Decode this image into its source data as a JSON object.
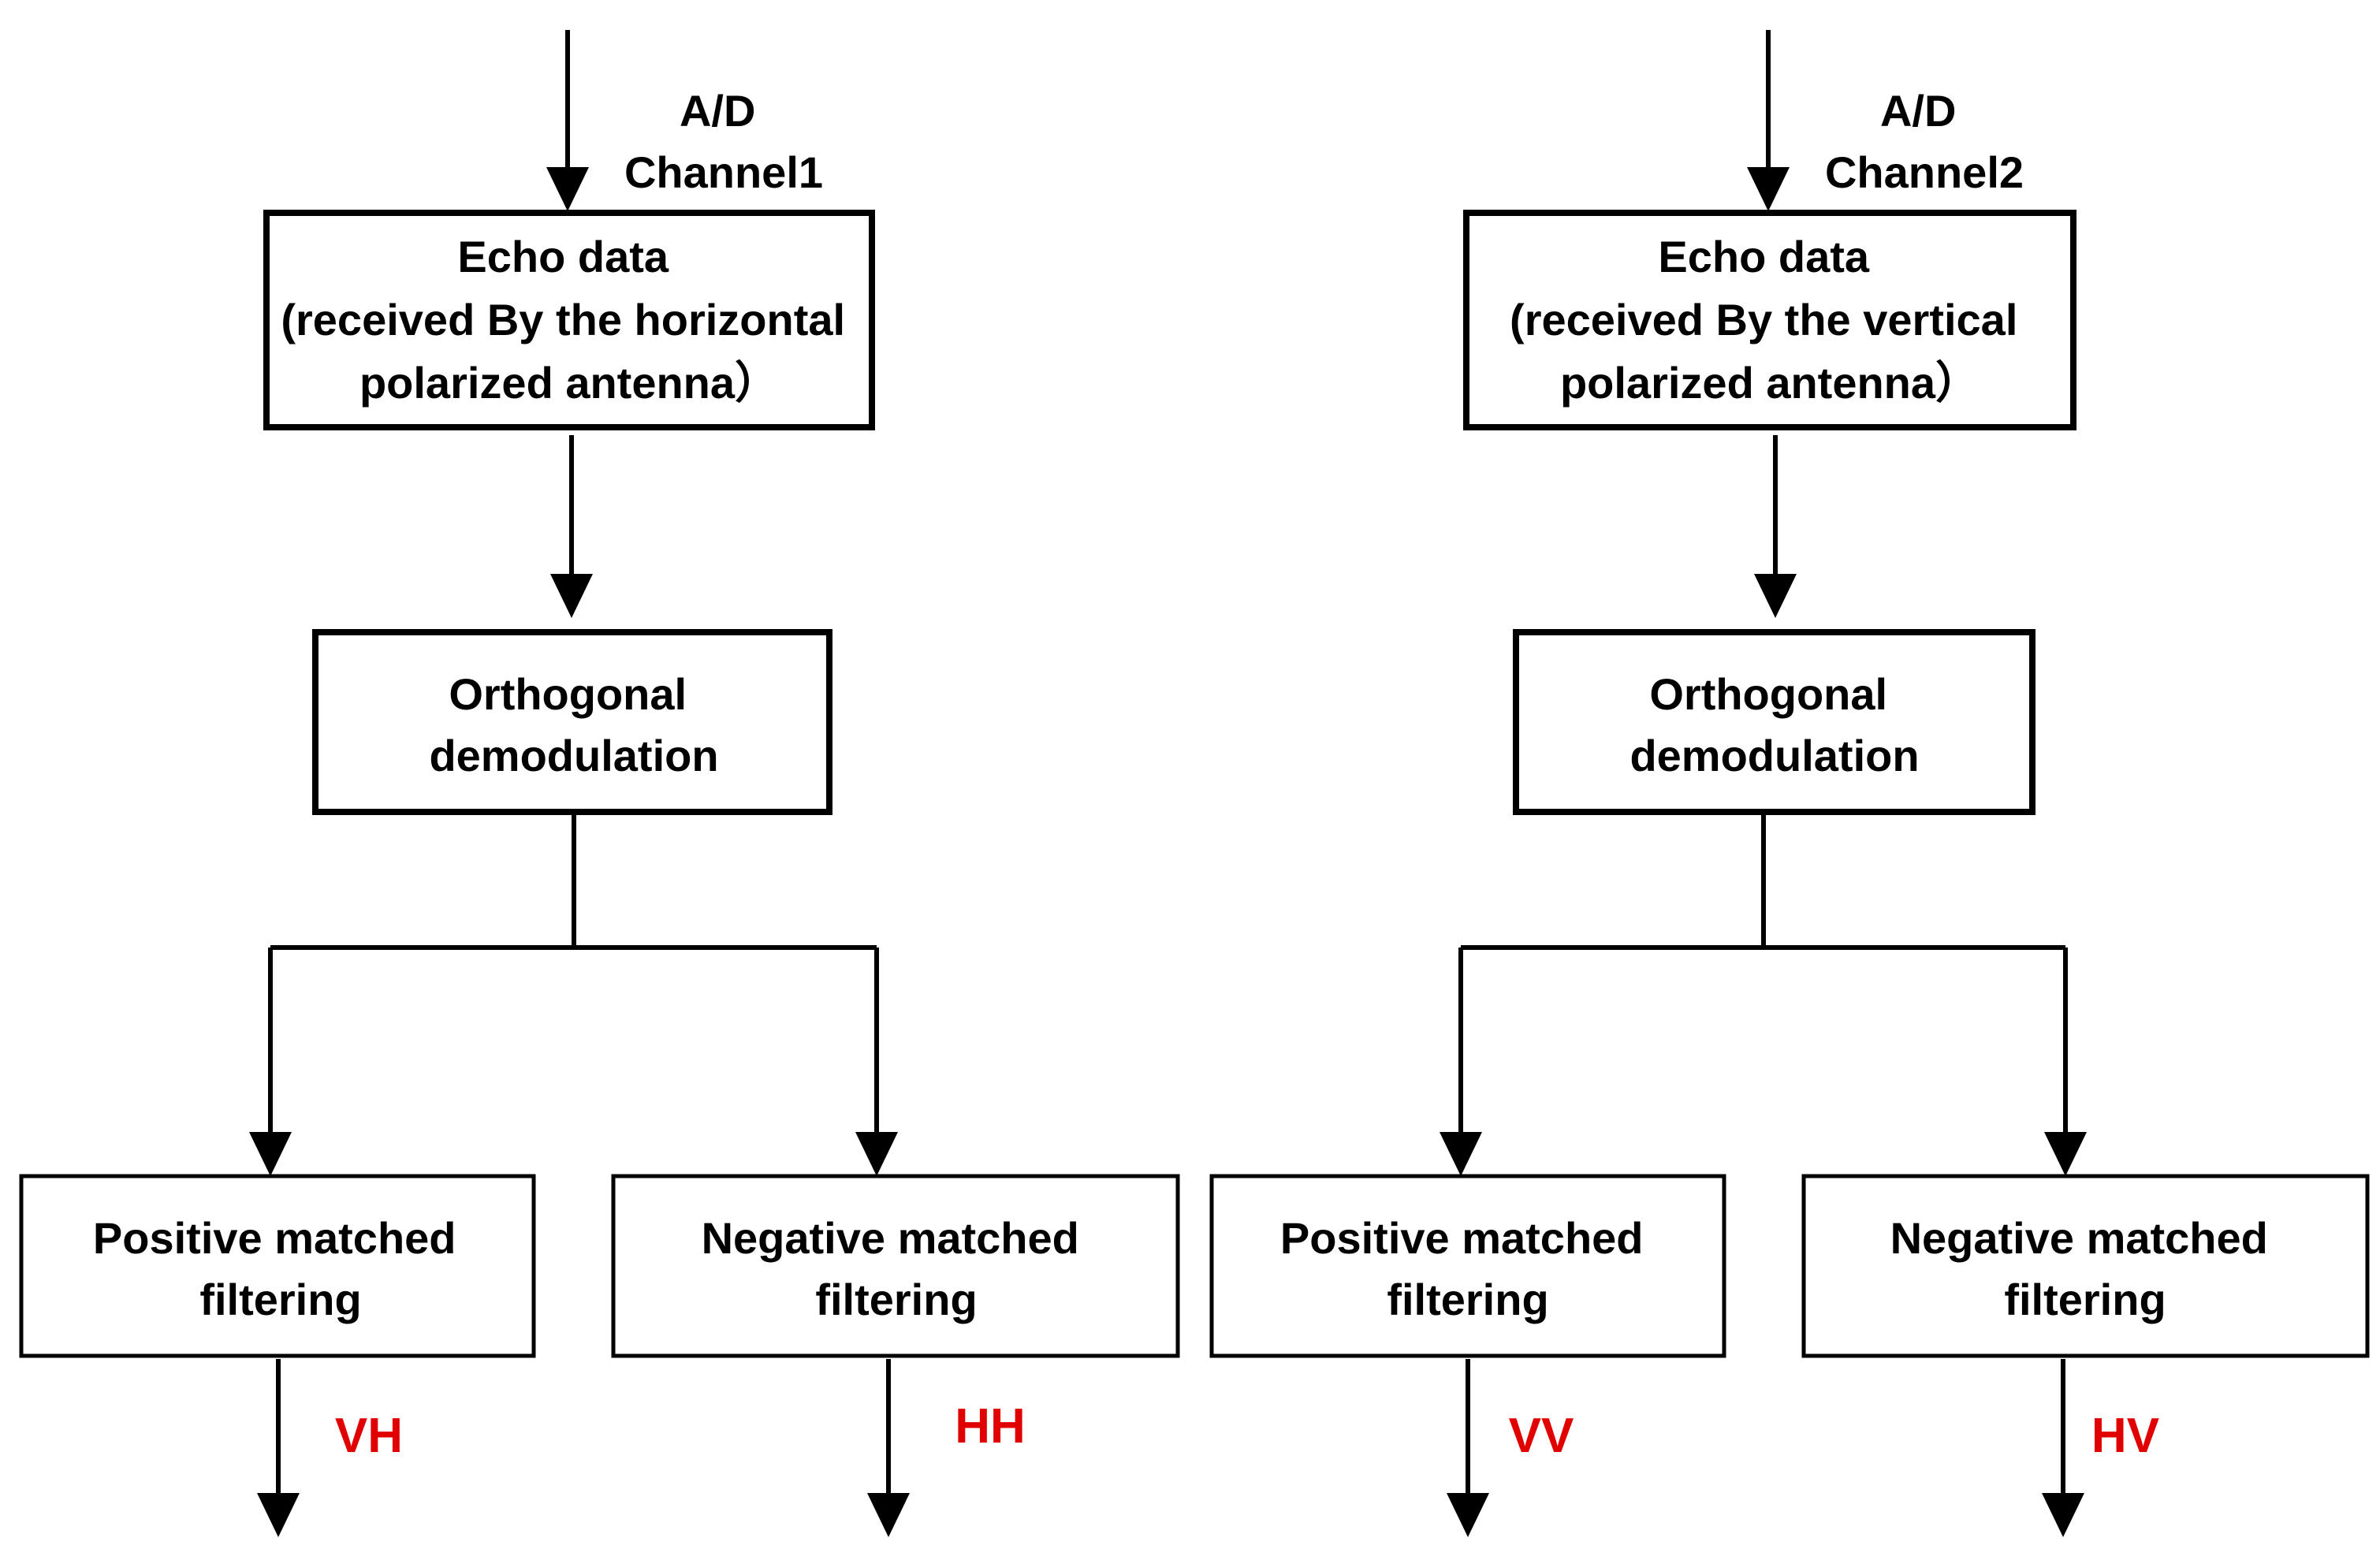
{
  "columns": [
    {
      "input": {
        "lines": [
          "A/D",
          "Channel1"
        ]
      },
      "echo": {
        "lines": [
          "Echo data",
          "(received By the horizontal",
          "polarized antenna）"
        ]
      },
      "demod": {
        "lines": [
          "Orthogonal",
          "demodulation"
        ]
      },
      "outputs": [
        {
          "filter": {
            "lines": [
              "Positive matched",
              "filtering"
            ]
          },
          "result": "VH",
          "result_color": "#e00000"
        },
        {
          "filter": {
            "lines": [
              "Negative matched",
              "filtering"
            ]
          },
          "result": "HH",
          "result_color": "#e00000"
        }
      ]
    },
    {
      "input": {
        "lines": [
          "A/D",
          "Channel2"
        ]
      },
      "echo": {
        "lines": [
          "Echo data",
          "(received By the vertical",
          "polarized antenna）"
        ]
      },
      "demod": {
        "lines": [
          "Orthogonal",
          "demodulation"
        ]
      },
      "outputs": [
        {
          "filter": {
            "lines": [
              "Positive matched",
              "filtering"
            ]
          },
          "result": "VV",
          "result_color": "#e00000"
        },
        {
          "filter": {
            "lines": [
              "Negative matched",
              "filtering"
            ]
          },
          "result": "HV",
          "result_color": "#e00000"
        }
      ]
    }
  ]
}
